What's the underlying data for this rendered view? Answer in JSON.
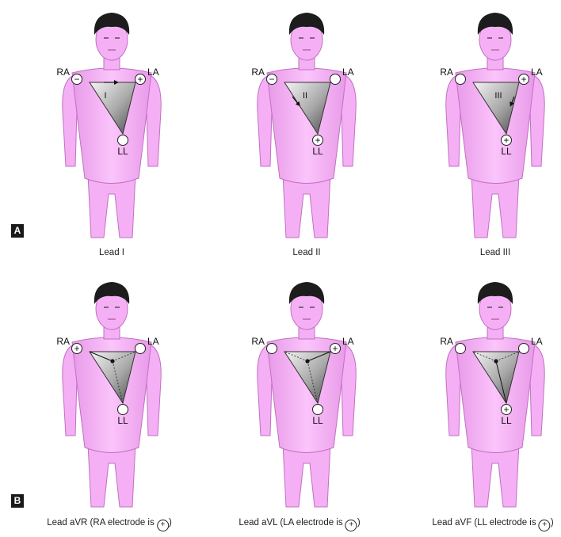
{
  "sections": [
    {
      "badge": "A"
    },
    {
      "badge": "B"
    }
  ],
  "panels": [
    {
      "id": "I",
      "caption": "Lead I",
      "roman": "I",
      "captionSuffix": "",
      "electrodes": {
        "RA": "−",
        "LA": "+",
        "LL": ""
      }
    },
    {
      "id": "II",
      "caption": "Lead II",
      "roman": "II",
      "captionSuffix": "",
      "electrodes": {
        "RA": "−",
        "LA": "",
        "LL": "+"
      }
    },
    {
      "id": "III",
      "caption": "Lead III",
      "roman": "III",
      "captionSuffix": "",
      "electrodes": {
        "RA": "",
        "LA": "+",
        "LL": "+"
      }
    },
    {
      "id": "aVR",
      "caption": "Lead aVR (RA electrode is",
      "roman": "",
      "captionSuffix": ")",
      "electrodes": {
        "RA": "+",
        "LA": "",
        "LL": ""
      }
    },
    {
      "id": "aVL",
      "caption": "Lead aVL  (LA electrode is",
      "roman": "",
      "captionSuffix": ")",
      "electrodes": {
        "RA": "",
        "LA": "+",
        "LL": ""
      }
    },
    {
      "id": "aVF",
      "caption": "Lead aVF (LL electrode is",
      "roman": "",
      "captionSuffix": ")",
      "electrodes": {
        "RA": "",
        "LA": "",
        "LL": "+"
      }
    }
  ],
  "labels": {
    "RA": "RA",
    "LA": "LA",
    "LL": "LL",
    "plus": "+"
  },
  "colors": {
    "skin": "#f5b0f5",
    "skinStroke": "#c070c0",
    "hair": "#1c1c1c",
    "triangleLight": "#f2f2f2",
    "triangleDark": "#5a5a5a",
    "badge": "#1a1a1a"
  }
}
